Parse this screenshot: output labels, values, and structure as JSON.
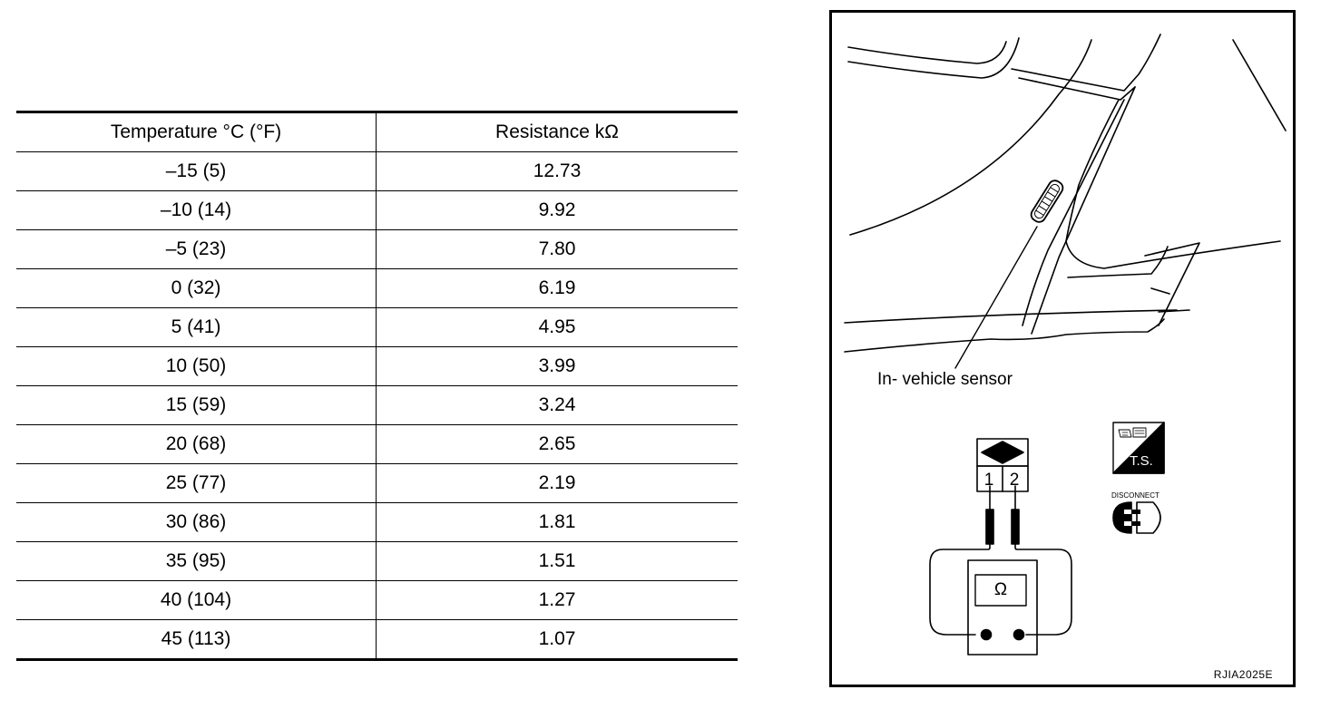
{
  "table": {
    "headers": [
      "Temperature °C (°F)",
      "Resistance kΩ"
    ],
    "rows": [
      [
        "–15 (5)",
        "12.73"
      ],
      [
        "–10 (14)",
        "9.92"
      ],
      [
        "–5 (23)",
        "7.80"
      ],
      [
        "0 (32)",
        "6.19"
      ],
      [
        "5 (41)",
        "4.95"
      ],
      [
        "10 (50)",
        "3.99"
      ],
      [
        "15 (59)",
        "3.24"
      ],
      [
        "20 (68)",
        "2.65"
      ],
      [
        "25 (77)",
        "2.19"
      ],
      [
        "30 (86)",
        "1.81"
      ],
      [
        "35 (95)",
        "1.51"
      ],
      [
        "40 (104)",
        "1.27"
      ],
      [
        "45 (113)",
        "1.07"
      ]
    ]
  },
  "illustration": {
    "sensor_label": "In- vehicle sensor",
    "meter_symbol": "Ω",
    "pin_labels": [
      "1",
      "2"
    ],
    "ts_label": "T.S.",
    "disconnect_label": "DISCONNECT",
    "figure_code": "RJIA2025E"
  },
  "icons": {
    "sensor": "sensor-grille-icon",
    "connector": "harness-connector-icon",
    "ohmmeter": "ohmmeter-icon",
    "ts": "ts-icon",
    "disconnect": "disconnect-icon"
  }
}
